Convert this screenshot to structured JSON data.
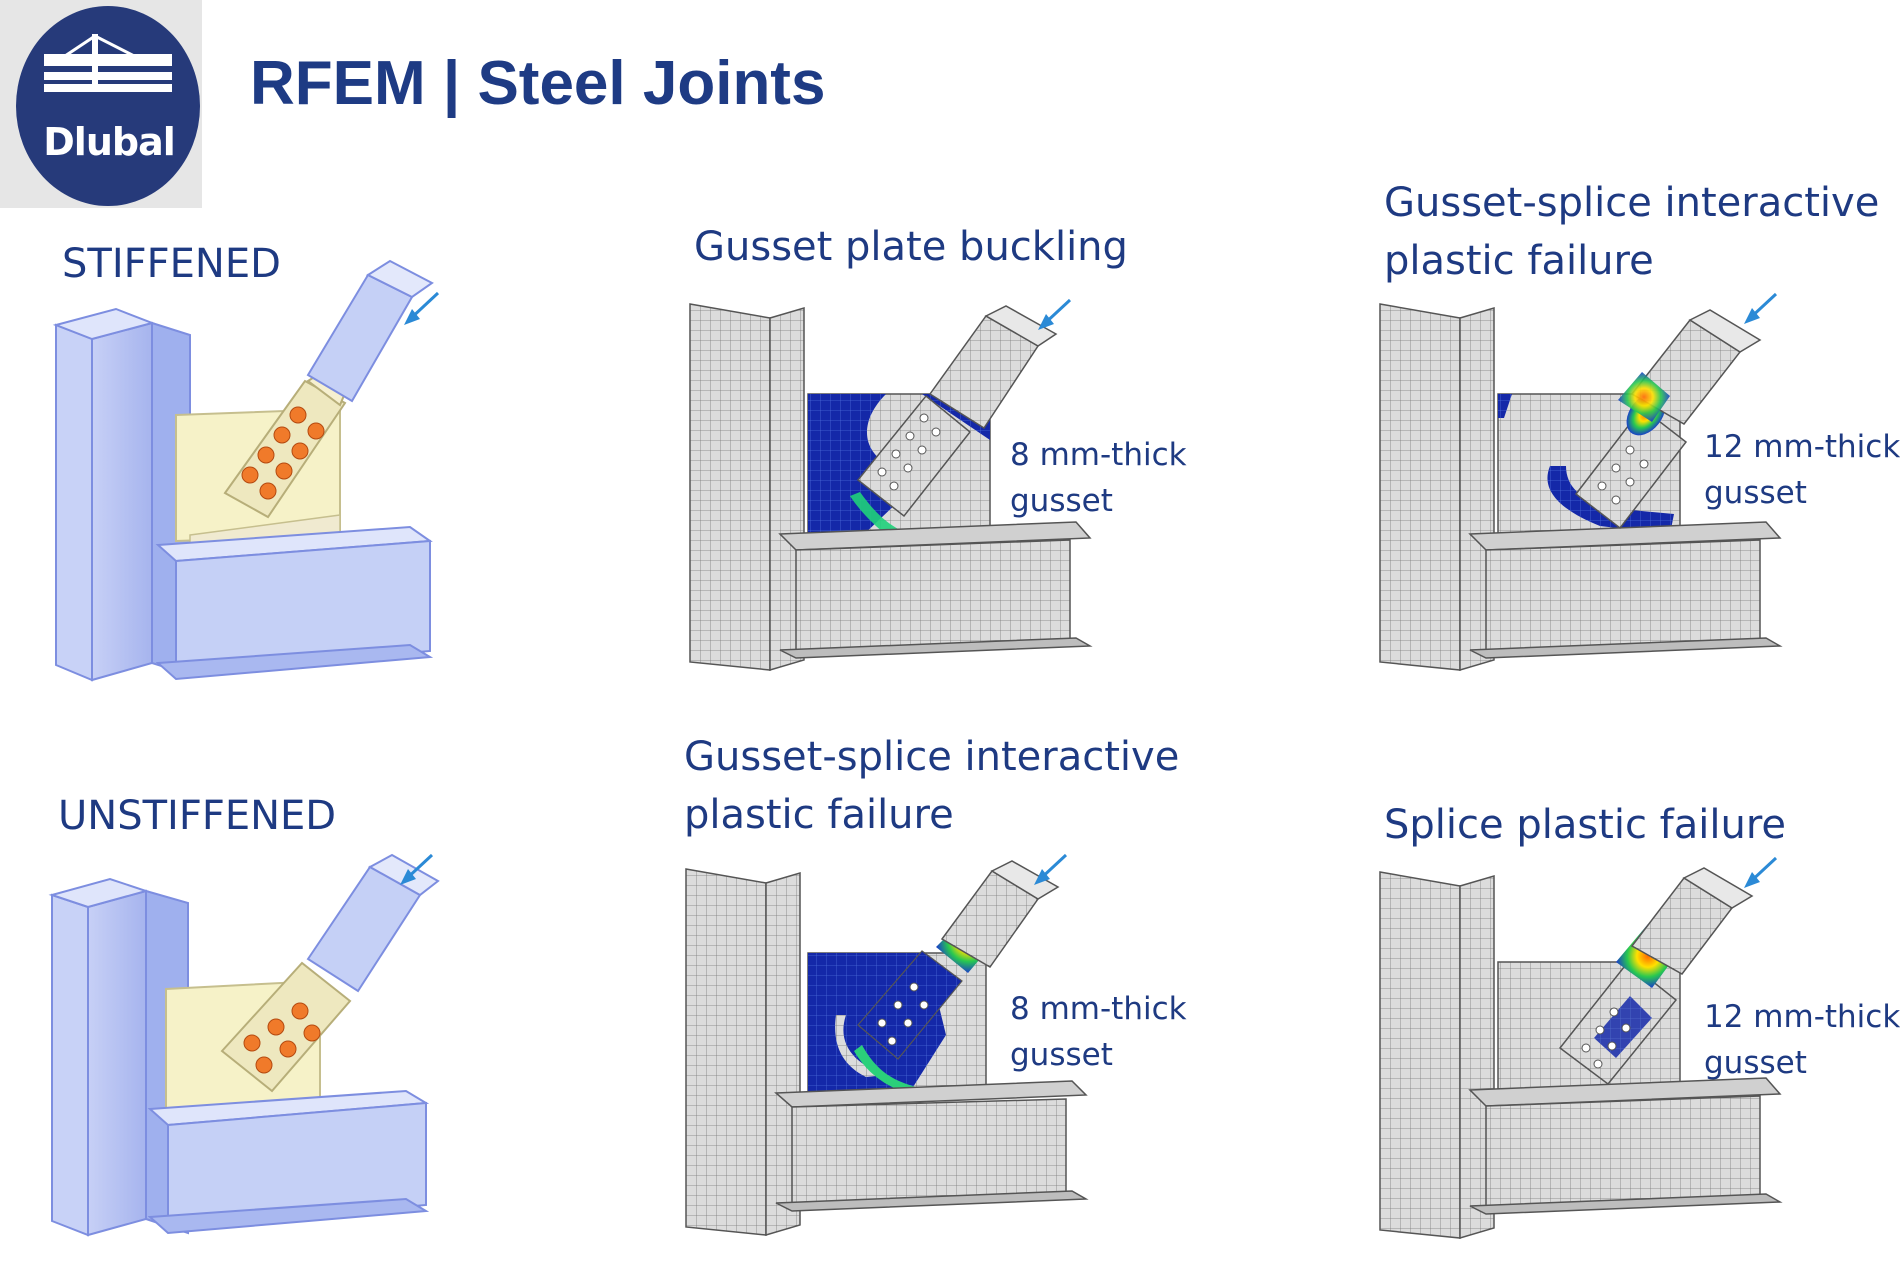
{
  "logo": {
    "brand": "Dlubal"
  },
  "header": {
    "title": "RFEM | Steel Joints"
  },
  "rows": {
    "stiffened": {
      "label": "STIFFENED"
    },
    "unstiffened": {
      "label": "UNSTIFFENED"
    }
  },
  "panels": [
    {
      "title": "Gusset plate buckling",
      "thickness": "8 mm-thick",
      "part": "gusset"
    },
    {
      "title_line1": "Gusset-splice interactive",
      "title_line2": "plastic failure",
      "thickness": "12 mm-thick",
      "part": "gusset"
    },
    {
      "title_line1": "Gusset-splice interactive",
      "title_line2": "plastic failure",
      "thickness": "8 mm-thick",
      "part": "gusset"
    },
    {
      "title": "Splice plastic failure",
      "thickness": "12 mm-thick",
      "part": "gusset"
    }
  ],
  "colors": {
    "brand_navy": "#263a7a",
    "title_blue": "#1e3b84",
    "steel_blue": "#aab8f0",
    "gusset_yellow": "#f6f2c8",
    "bolt_orange": "#f07a2a",
    "mesh_gray": "#d9d9d9",
    "stress_blue": "#1a2fb5",
    "arrow_blue": "#2b8ad6"
  }
}
